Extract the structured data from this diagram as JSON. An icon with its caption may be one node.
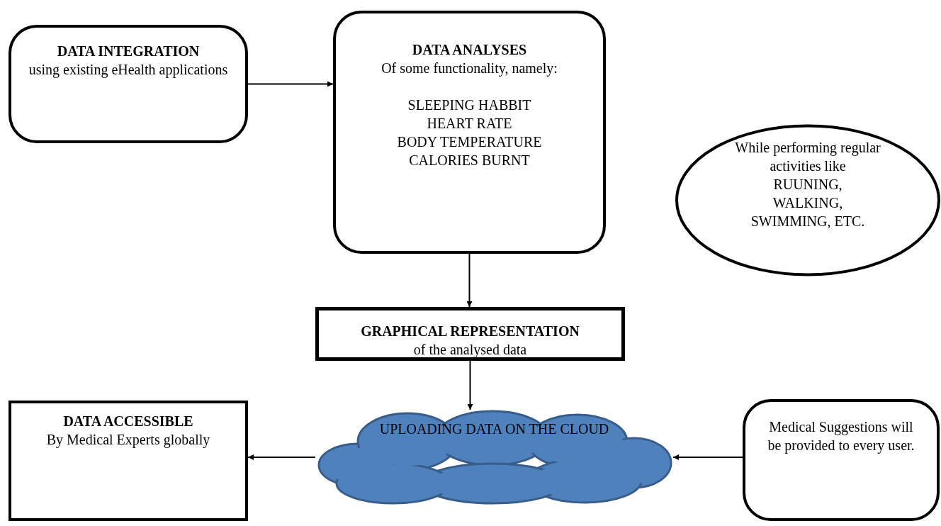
{
  "diagram": {
    "nodes": [
      {
        "text": [
          "DATA INTEGRATION",
          "using existing eHealth applications"
        ]
      },
      {
        "text": [
          "DATA ANALYSES",
          "Of some functionality, namely:",
          "SLEEPING HABBIT",
          "HEART RATE",
          "BODY TEMPERATURE",
          "CALORIES BURNT"
        ]
      },
      {
        "text": [
          "While performing regular activities like",
          "RUUNING,",
          "WALKING,",
          "SWIMMING, ETC."
        ]
      },
      {
        "text": [
          "GRAPHICAL REPRESENTATION",
          "of the analysed data"
        ]
      },
      {
        "text": [
          "UPLOADING DATA ON THE CLOUD"
        ]
      },
      {
        "text": [
          "DATA ACCESSIBLE",
          "By Medical Experts globally"
        ]
      },
      {
        "text": [
          "Medical Suggestions will be provided to every user."
        ]
      }
    ],
    "edges": [
      {
        "from": 0,
        "to": 1,
        "arrow": "to"
      },
      {
        "from": 1,
        "to": 3,
        "arrow": "to"
      },
      {
        "from": 3,
        "to": 4,
        "arrow": "to"
      },
      {
        "from": 4,
        "to": 5,
        "arrow": "to"
      },
      {
        "from": 6,
        "to": 4,
        "arrow": "to"
      }
    ]
  }
}
